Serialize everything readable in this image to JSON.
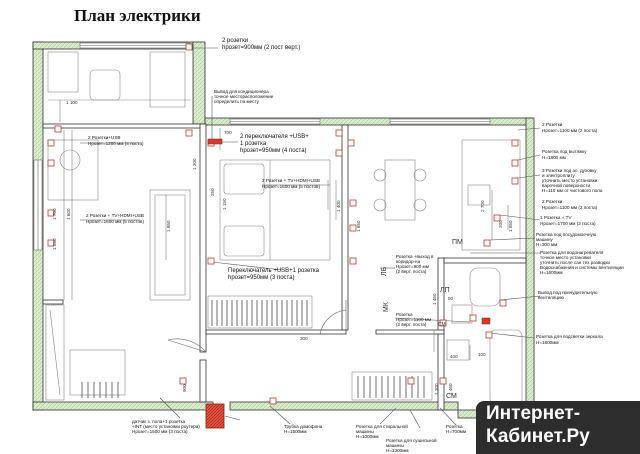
{
  "title": "План электрики",
  "watermark": {
    "line1": "Интернет-",
    "line2": "Кабинет.Ру"
  },
  "colors": {
    "wall_fill": "#d8ecc9",
    "wall_stroke": "#333333",
    "line": "#555555",
    "socket_red": "#d63a2a",
    "furniture": "#888888"
  },
  "labels": {
    "l1_a": "2 розетки",
    "l1_b": "hрозет=900мм (2 пост верт.)",
    "l2_a": "Вывод для кондиционера",
    "l2_b": "точное месторасположение",
    "l2_c": "определить по месту",
    "l3_a": "2 переключателя +USB+",
    "l3_b": "1 розетка",
    "l3_c": "hрозет=950мм (4 поста)",
    "l4_a": "2 Розетки+USB",
    "l4_b": "Hрозет=1200 мм (4 поста)",
    "l5_a": "2 Розетки + TV+HDMI+USB",
    "l5_b": "Hрозет=1600 мм (5 постов)",
    "l6_a": "2 Розетки + TV+HDMI+USB",
    "l6_b": "Hрозет=1600 мм (5 постов)",
    "l7_a": "Переключатель +USB+1 розетка",
    "l7_b": "hрозет=950мм (3 поста)",
    "l8_a": "2 Розетки",
    "l8_b": "Hрозет=1100 мм (2 поста)",
    "l9_a": "Розетка под вытяжку",
    "l9_b": "H=1800 мм",
    "l10_a": "3 Розетки под эл. духовку",
    "l10_b": "и электроплиту",
    "l10_c": "уточнить место установки",
    "l10_d": "варочной поверхности",
    "l10_e": "H=110 мм от чистового пола",
    "l11_a": "2 Розетки",
    "l11_b": "Hрозет=1100 мм (2 поста)",
    "l12_a": "1 Розетка + TV",
    "l12_b": "Hрозет=1700 мм (2 поста)",
    "l13_a": "Розетка под посудомоечную",
    "l13_b": "машину",
    "l13_c": "H=300 мм",
    "l14_a": "Розетка для водонагревателя",
    "l14_b": "точное место установки",
    "l14_c": "уточнить после сан тех разводки",
    "l14_d": "Водоснабжения и системы вентиляции",
    "l14_e": "H=1600мм",
    "l15_a": "Розетка +выход в",
    "l15_b": "коридор-на",
    "l15_c": "Hрозет=900 мм",
    "l15_d": "(2 верт. поста)",
    "l16_a": "Вывод под принудительную",
    "l16_b": "вентиляцию",
    "l17_a": "Розетка",
    "l17_b": "Hрозет=1100 мм",
    "l17_c": "(2 верт. поста)",
    "l18_a": "Розетка для подсветки зеркала",
    "l18_b": "H=1800мм",
    "l19_a": "датчик з. пола+1 розетка",
    "l19_b": "+INT (место установки роутера)",
    "l19_c": "Hрозет=1500 мм (3 поста)",
    "l20_a": "Трубка домофона",
    "l20_b": "H=1500мм",
    "l21_a": "Розетка для стиральной",
    "l21_b": "машины",
    "l21_c": "H=1000мм",
    "l22_a": "Розетка для сушильной",
    "l22_b": "машины",
    "l22_c": "H=1300мм",
    "l23_a": "Розетка",
    "l23_b": "H=700мм",
    "d_1100": "1 100",
    "d_700": "700",
    "d_1700": "1 700",
    "d_1250": "1 250",
    "d_1600": "1 600",
    "d_250": "250",
    "d_1150": "1 150",
    "d_1200": "1 200",
    "d_1850": "1 850",
    "d_2700": "2 700",
    "d_400": "400",
    "d_300": "300",
    "d_1400": "1 400",
    "d_1650": "1 650",
    "d_200": "200",
    "d_1550": "1 550",
    "d_1450": "1 450",
    "d_50": "50",
    "d_100": "100",
    "d_1300": "1 300",
    "d_1460": "1 460",
    "d_900": "900",
    "room_pm": "ПМ",
    "room_lb": "ЛБ",
    "room_lp": "ЛП",
    "room_mk": "МК",
    "room_sm": "СМ",
    "room_sm2": "СМ"
  }
}
